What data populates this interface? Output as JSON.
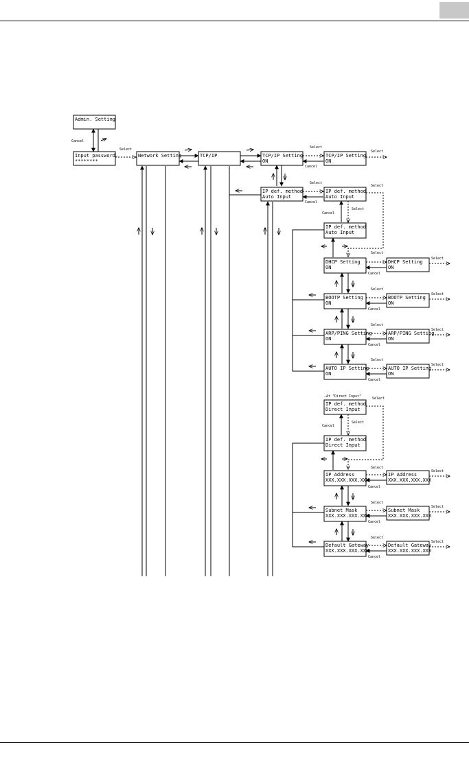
{
  "nodes": {
    "admin": [
      "Admin. Setting",
      ""
    ],
    "password": [
      "Input password.",
      "********"
    ],
    "network": [
      "Network Setting",
      ""
    ],
    "tcpip": [
      "TCP/IP",
      ""
    ],
    "tcpset": [
      "TCP/IP Setting",
      "ON"
    ],
    "tcpset2": [
      "TCP/IP Setting",
      "ON"
    ],
    "ipauto": [
      "IP def. method",
      "Auto Input"
    ],
    "ipauto2": [
      "IP def. method",
      "Auto Input"
    ],
    "ipauto3": [
      "IP def. method",
      "Auto Input"
    ],
    "dhcp": [
      "DHCP Setting",
      "ON"
    ],
    "dhcp2": [
      "DHCP Setting",
      "ON"
    ],
    "bootp": [
      "BOOTP Setting",
      "ON"
    ],
    "bootp2": [
      "BOOTP Setting",
      "ON"
    ],
    "arp": [
      "ARP/PING Setting",
      "ON"
    ],
    "arp2": [
      "ARP/PING Setting",
      "ON"
    ],
    "autoip": [
      "AUTO IP Setting",
      "ON"
    ],
    "autoip2": [
      "AUTO IP Setting",
      "ON"
    ],
    "ipdirect": [
      "IP def. method",
      "Direct Input"
    ],
    "ipdirect2": [
      "IP def. method",
      "Direct Input"
    ],
    "ipaddr": [
      "IP Address",
      "XXX.XXX.XXX.XXX"
    ],
    "ipaddr2": [
      "IP Address",
      "XXX.XXX.XXX.XXX"
    ],
    "subnet": [
      "Subnet Mask",
      "XXX.XXX.XXX.XXX"
    ],
    "subnet2": [
      "Subnet Mask",
      "XXX.XXX.XXX.XXX"
    ],
    "gateway": [
      "Default Gateway",
      "XXX.XXX.XXX.XXX"
    ],
    "gateway2": [
      "Default Gateway",
      "XXX.XXX.XXX.XXX"
    ]
  },
  "labels": {
    "select": "Select",
    "cancel": "Cancel",
    "direct_note": "☆At \"Direct Input\""
  }
}
